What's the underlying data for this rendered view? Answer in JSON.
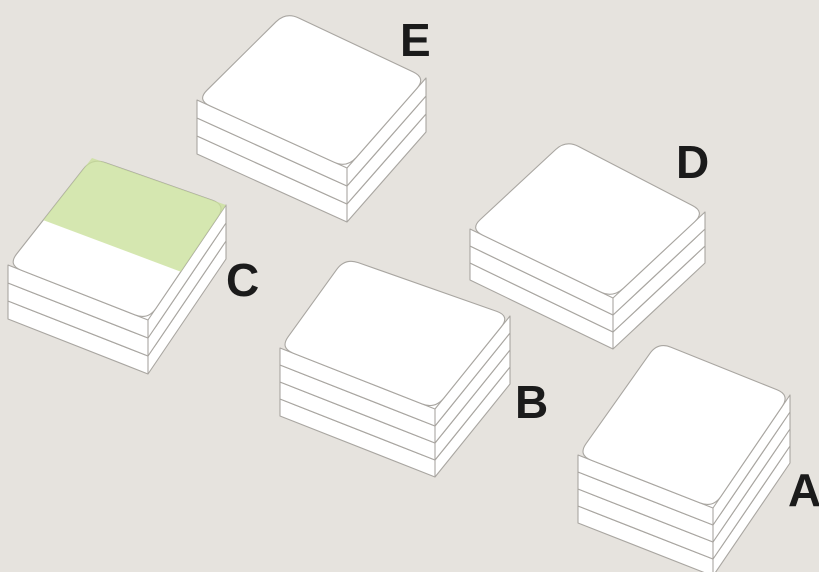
{
  "stacks": [
    {
      "label": "E",
      "layers": 3,
      "highlighted": false
    },
    {
      "label": "D",
      "layers": 3,
      "highlighted": false
    },
    {
      "label": "C",
      "layers": 3,
      "highlighted": true
    },
    {
      "label": "B",
      "layers": 4,
      "highlighted": false
    },
    {
      "label": "A",
      "layers": 4,
      "highlighted": false
    }
  ],
  "colors": {
    "background": "#e6e3de",
    "slab_fill": "#ffffff",
    "slab_stroke": "#a9a6a1",
    "highlight": "#c9e09a",
    "label": "#1b1b1b"
  }
}
